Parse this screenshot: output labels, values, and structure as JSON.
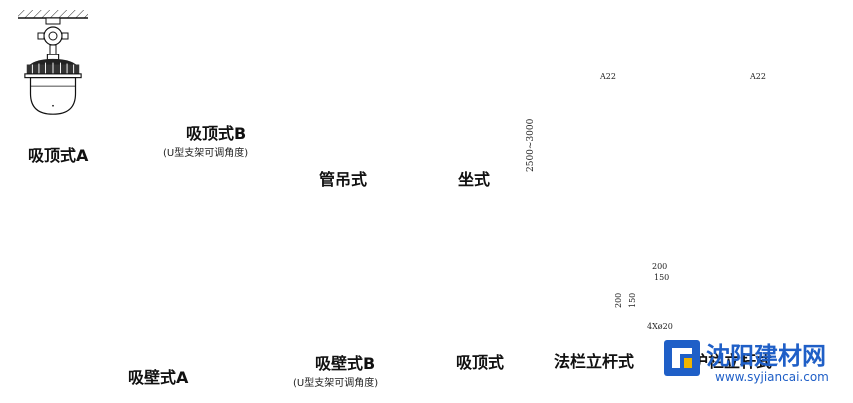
{
  "labels": {
    "ceiling_a": "吸顶式A",
    "ceiling_b": "吸顶式B",
    "ceiling_b_note": "(U型支架可调角度)",
    "pipe_hang": "管吊式",
    "seat": "坐式",
    "wall_a": "吸壁式A",
    "wall_b": "吸壁式B",
    "wall_b_note": "(U型支架可调角度)",
    "ceiling": "吸顶式",
    "flange_pole": "法栏立杆式",
    "guard_pole": "护栏立杆式"
  },
  "dimensions": {
    "pole_height": "2500~3000",
    "angle_left": "A22",
    "angle_right": "A22",
    "base_width": "200",
    "base_inner": "150",
    "base_height": "200",
    "base_inner_h": "150",
    "bolt": "4Xø20"
  },
  "watermark": {
    "brand": "沈阳建材网",
    "url": "www.syjiancai.com",
    "color": "#1f5fc7"
  }
}
